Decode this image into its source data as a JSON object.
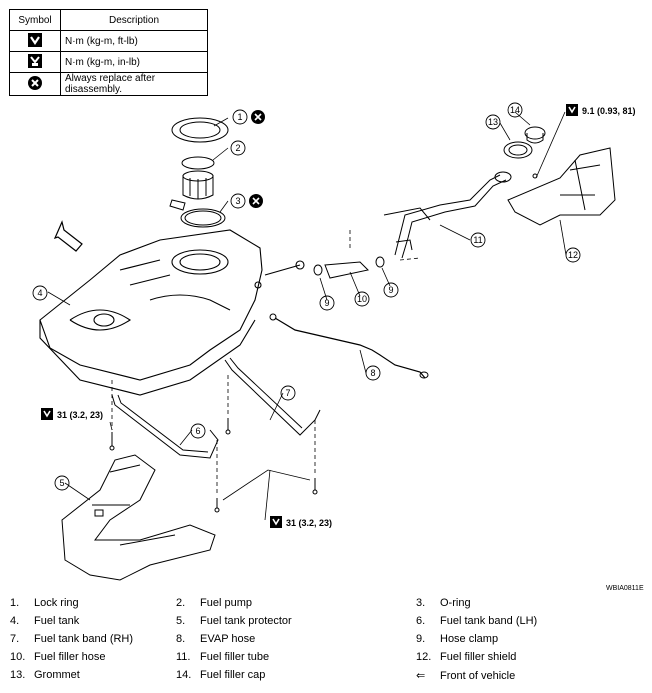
{
  "legend": {
    "header_symbol": "Symbol",
    "header_description": "Description",
    "rows": [
      {
        "icon": "torque-wrench-icon",
        "description": "N·m (kg-m, ft-lb)"
      },
      {
        "icon": "torque-wrench-inlb-icon",
        "description": "N·m (kg-m, in-lb)"
      },
      {
        "icon": "replace-x-icon",
        "description": "Always replace after disassembly."
      }
    ]
  },
  "callouts": [
    "1",
    "2",
    "3",
    "4",
    "5",
    "6",
    "7",
    "8",
    "9",
    "9",
    "10",
    "11",
    "12",
    "13",
    "14"
  ],
  "torques": {
    "shield": "9.1 (0.93, 81)",
    "band_left": "31 (3.2, 23)",
    "band_bottom": "31 (3.2, 23)"
  },
  "figure_code": "WBIA0811E",
  "parts_list": [
    [
      "1.",
      "Lock ring",
      "2.",
      "Fuel pump",
      "3.",
      "O-ring"
    ],
    [
      "4.",
      "Fuel tank",
      "5.",
      "Fuel tank protector",
      "6.",
      "Fuel tank band (LH)"
    ],
    [
      "7.",
      "Fuel tank band (RH)",
      "8.",
      "EVAP hose",
      "9.",
      "Hose clamp"
    ],
    [
      "10.",
      "Fuel filler hose",
      "11.",
      "Fuel filler tube",
      "12.",
      "Fuel filler shield"
    ],
    [
      "13.",
      "Grommet",
      "14.",
      "Fuel filler cap",
      "⇐",
      "Front of vehicle"
    ]
  ]
}
